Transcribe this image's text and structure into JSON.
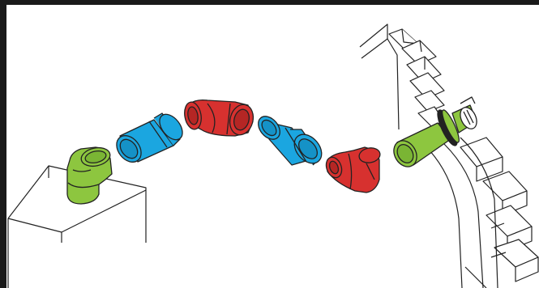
{
  "colors": {
    "frame": "#1a1a1a",
    "background": "#ffffff",
    "outline": "#222222",
    "green": "#8dc63f",
    "blue": "#1ba6e0",
    "red": "#d7312f"
  },
  "parts": [
    {
      "name": "boiler-outlet-elbow",
      "color": "green"
    },
    {
      "name": "extension-pipe",
      "color": "blue"
    },
    {
      "name": "elbow-bend",
      "color": "red"
    },
    {
      "name": "extension-pipe",
      "color": "blue"
    },
    {
      "name": "elbow-bend",
      "color": "red"
    },
    {
      "name": "wall-terminal",
      "color": "green"
    }
  ]
}
